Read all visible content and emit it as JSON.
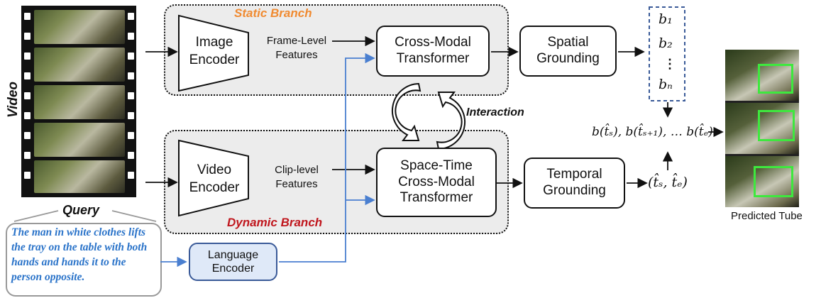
{
  "video_label": "Video",
  "query_label": "Query",
  "query_text": "The man in white clothes lifts the tray on the table with both hands and hands it to the person opposite.",
  "static_branch": {
    "title": "Static Branch",
    "encoder": "Image Encoder",
    "features": "Frame-Level Features",
    "transformer": "Cross-Modal Transformer"
  },
  "dynamic_branch": {
    "title": "Dynamic Branch",
    "encoder": "Video Encoder",
    "features": "Clip-level Features",
    "transformer": "Space-Time Cross-Modal Transformer"
  },
  "interaction_label": "Interaction",
  "language_encoder": "Language Encoder",
  "spatial_grounding": "Spatial Grounding",
  "temporal_grounding": "Temporal Grounding",
  "spatial_outputs": [
    "b₁",
    "b₂",
    "⋮",
    "bₙ"
  ],
  "temporal_output": "(t̂ₛ, t̂ₑ)",
  "tube_boxes": "b(t̂ₛ), b(t̂ₛ₊₁), … b(t̂ₑ)",
  "predicted_tube_label": "Predicted Tube",
  "colors": {
    "static_title": "#f08a30",
    "dynamic_title": "#c0161d",
    "query_text": "#2a73c9",
    "language_arrow": "#4a7fd0",
    "box_border": "#3ee83e"
  },
  "icons": [
    "film-strip",
    "interaction-cycle-arrows"
  ]
}
